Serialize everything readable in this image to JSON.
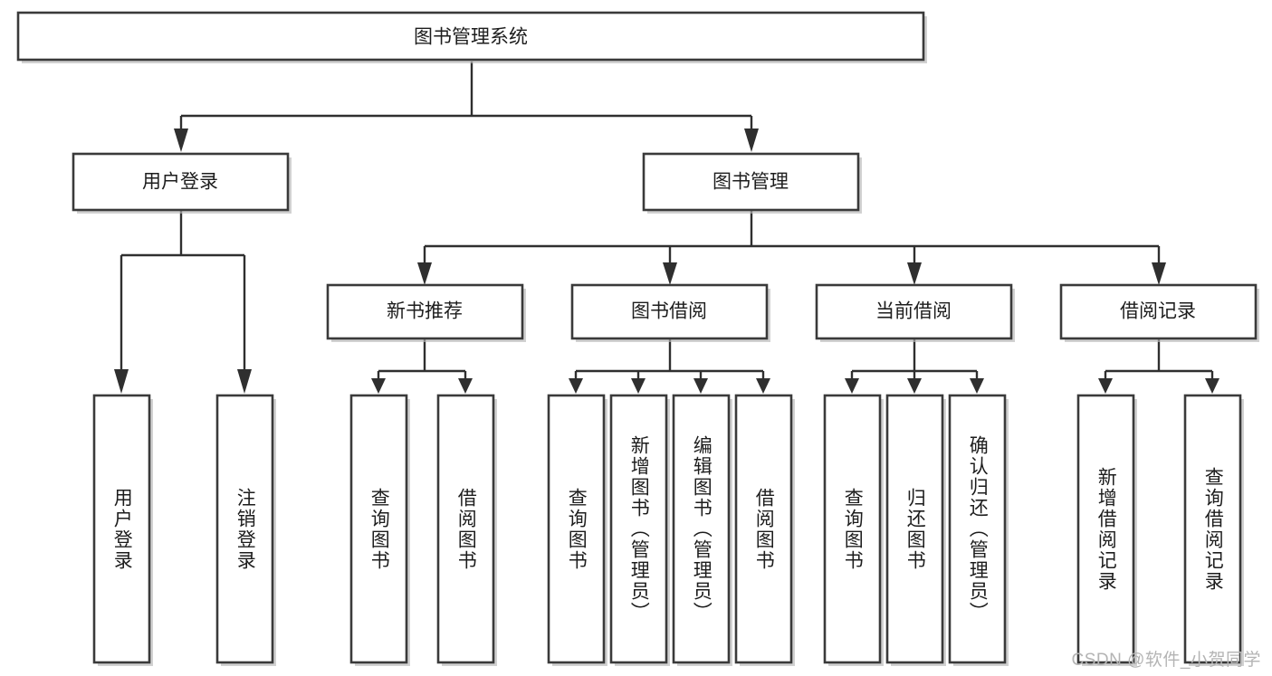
{
  "diagram": {
    "type": "tree",
    "title": "图书管理系统",
    "watermark": "CSDN @软件_小贺同学",
    "colors": {
      "box_fill": "#ffffff",
      "box_stroke": "#3a3a3a",
      "connector": "#2f2f2f",
      "text": "#1d1d1d",
      "watermark": "#b4b4b4"
    },
    "levels": {
      "root": {
        "label": "图书管理系统"
      },
      "level2": [
        {
          "label": "用户登录"
        },
        {
          "label": "图书管理"
        }
      ],
      "level3": [
        {
          "label": "新书推荐"
        },
        {
          "label": "图书借阅"
        },
        {
          "label": "当前借阅"
        },
        {
          "label": "借阅记录"
        }
      ],
      "leaves": [
        {
          "label": "用户登录",
          "parent": "用户登录"
        },
        {
          "label": "注销登录",
          "parent": "用户登录"
        },
        {
          "label": "查询图书",
          "parent": "新书推荐"
        },
        {
          "label": "借阅图书",
          "parent": "新书推荐"
        },
        {
          "label": "查询图书",
          "parent": "图书借阅"
        },
        {
          "label": "新增图书（管理员）",
          "parent": "图书借阅"
        },
        {
          "label": "编辑图书（管理员）",
          "parent": "图书借阅"
        },
        {
          "label": "借阅图书",
          "parent": "图书借阅"
        },
        {
          "label": "查询图书",
          "parent": "当前借阅"
        },
        {
          "label": "归还图书",
          "parent": "当前借阅"
        },
        {
          "label": "确认归还（管理员）",
          "parent": "当前借阅"
        },
        {
          "label": "新增借阅记录",
          "parent": "借阅记录"
        },
        {
          "label": "查询借阅记录",
          "parent": "借阅记录"
        }
      ]
    }
  }
}
